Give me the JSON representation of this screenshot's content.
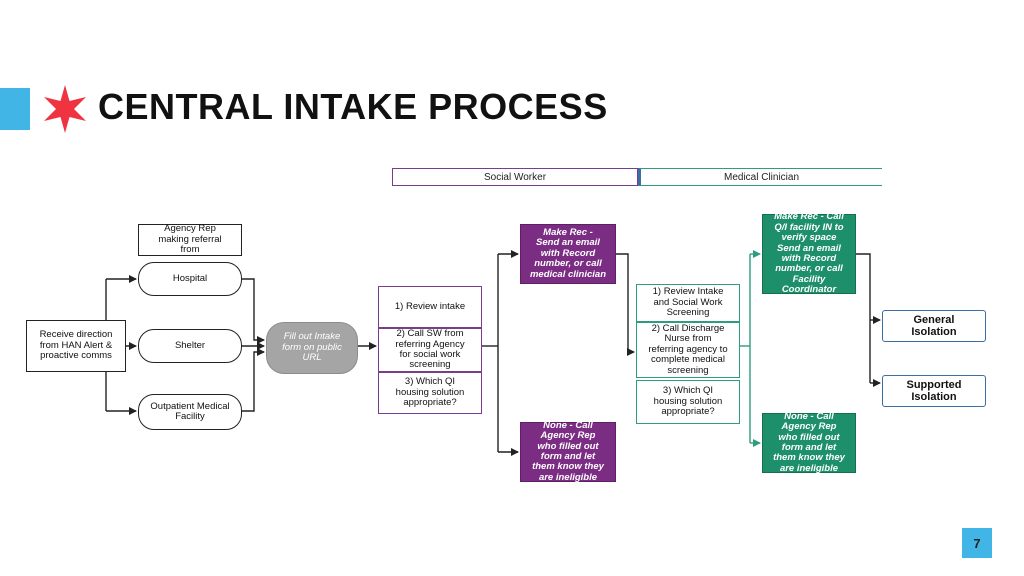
{
  "title": "CENTRAL INTAKE PROCESS",
  "colors": {
    "accent": "#41b6e6",
    "star": "#ef3340",
    "social_worker": "#7b2d83",
    "medical_clinician": "#1d8f6a",
    "isolation_border": "#3a6ea5"
  },
  "icons": {
    "logo": "chicago-star-icon"
  },
  "lanes": {
    "social_worker": "Social Worker",
    "medical_clinician": "Medical Clinician"
  },
  "nodes": {
    "agency_rep": "Agency Rep\nmaking referral\nfrom",
    "receive": "Receive direction\nfrom HAN Alert &\nproactive comms",
    "hospital": "Hospital",
    "shelter": "Shelter",
    "outpatient": "Outpatient Medical\nFacility",
    "fill_form": "Fill out Intake\nform on public\nURL",
    "sw_review": "1) Review intake",
    "sw_call": "2) Call SW from\nreferring Agency\nfor social work\nscreening",
    "sw_which": "3) Which QI\nhousing solution\nappropriate?",
    "sw_make_rec": "Make Rec -\nSend an email\nwith Record\nnumber, or call\nmedical clinician",
    "sw_none": "None - Call\nAgency Rep\nwho filled out\nform and let\nthem know they\nare ineligible",
    "mc_review": "1) Review Intake\nand Social Work\nScreening",
    "mc_call": "2) Call Discharge\nNurse from\nreferring agency to\ncomplete medical\nscreening",
    "mc_which": "3) Which QI\nhousing solution\nappropriate?",
    "mc_make_rec": "Make Rec - Call\nQ/I facility IN to\nverify space\nSend an email\nwith Record\nnumber, or call\nFacility\nCoordinator",
    "mc_none": "None - Call\nAgency Rep\nwho filled out\nform and let\nthem know they\nare ineligible",
    "general_isolation": "General\nIsolation",
    "supported_isolation": "Supported\nIsolation"
  },
  "page_number": "7"
}
